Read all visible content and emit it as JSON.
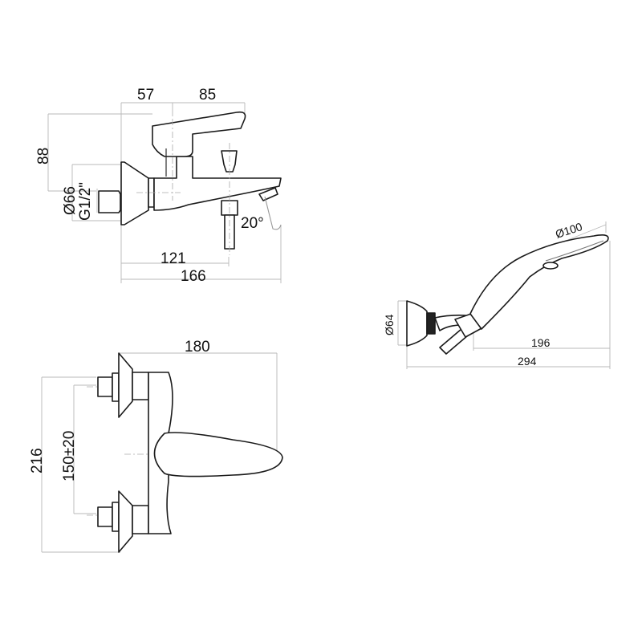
{
  "side_view": {
    "dim_top_left": "57",
    "dim_top_right": "85",
    "dim_height": "88",
    "dim_diameter": "Ø66",
    "dim_thread": "G1/2\"",
    "dim_angle": "20°",
    "dim_spout_axis": "121",
    "dim_total_depth": "166"
  },
  "front_view": {
    "dim_width": "180",
    "dim_height": "216",
    "dim_centers": "150±20"
  },
  "hand_shower": {
    "dim_head_diameter": "Ø100",
    "dim_bracket_diameter": "Ø64",
    "dim_handle_length": "196",
    "dim_total_length": "294"
  }
}
